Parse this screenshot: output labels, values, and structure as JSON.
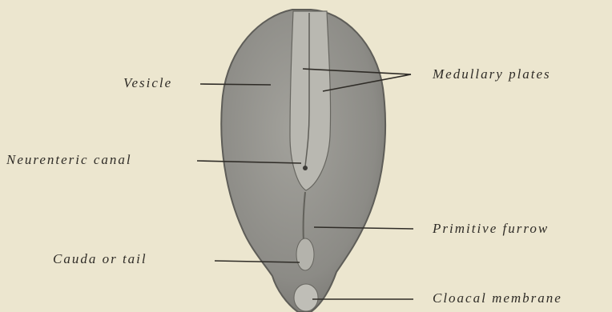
{
  "figure": {
    "labels": {
      "vesicle": "Vesicle",
      "neurenteric_canal": "Neurenteric canal",
      "cauda": "Cauda or tail",
      "medullary_plates": "Medullary plates",
      "primitive_furrow": "Primitive furrow",
      "cloacal_membrane": "Cloacal membrane"
    },
    "colors": {
      "background": "#ece6cf",
      "embryo_fill": "#8a8984",
      "embryo_outline": "#5e5d58",
      "plate_fill": "#b9b8b1",
      "ink": "#2f2c27"
    }
  }
}
